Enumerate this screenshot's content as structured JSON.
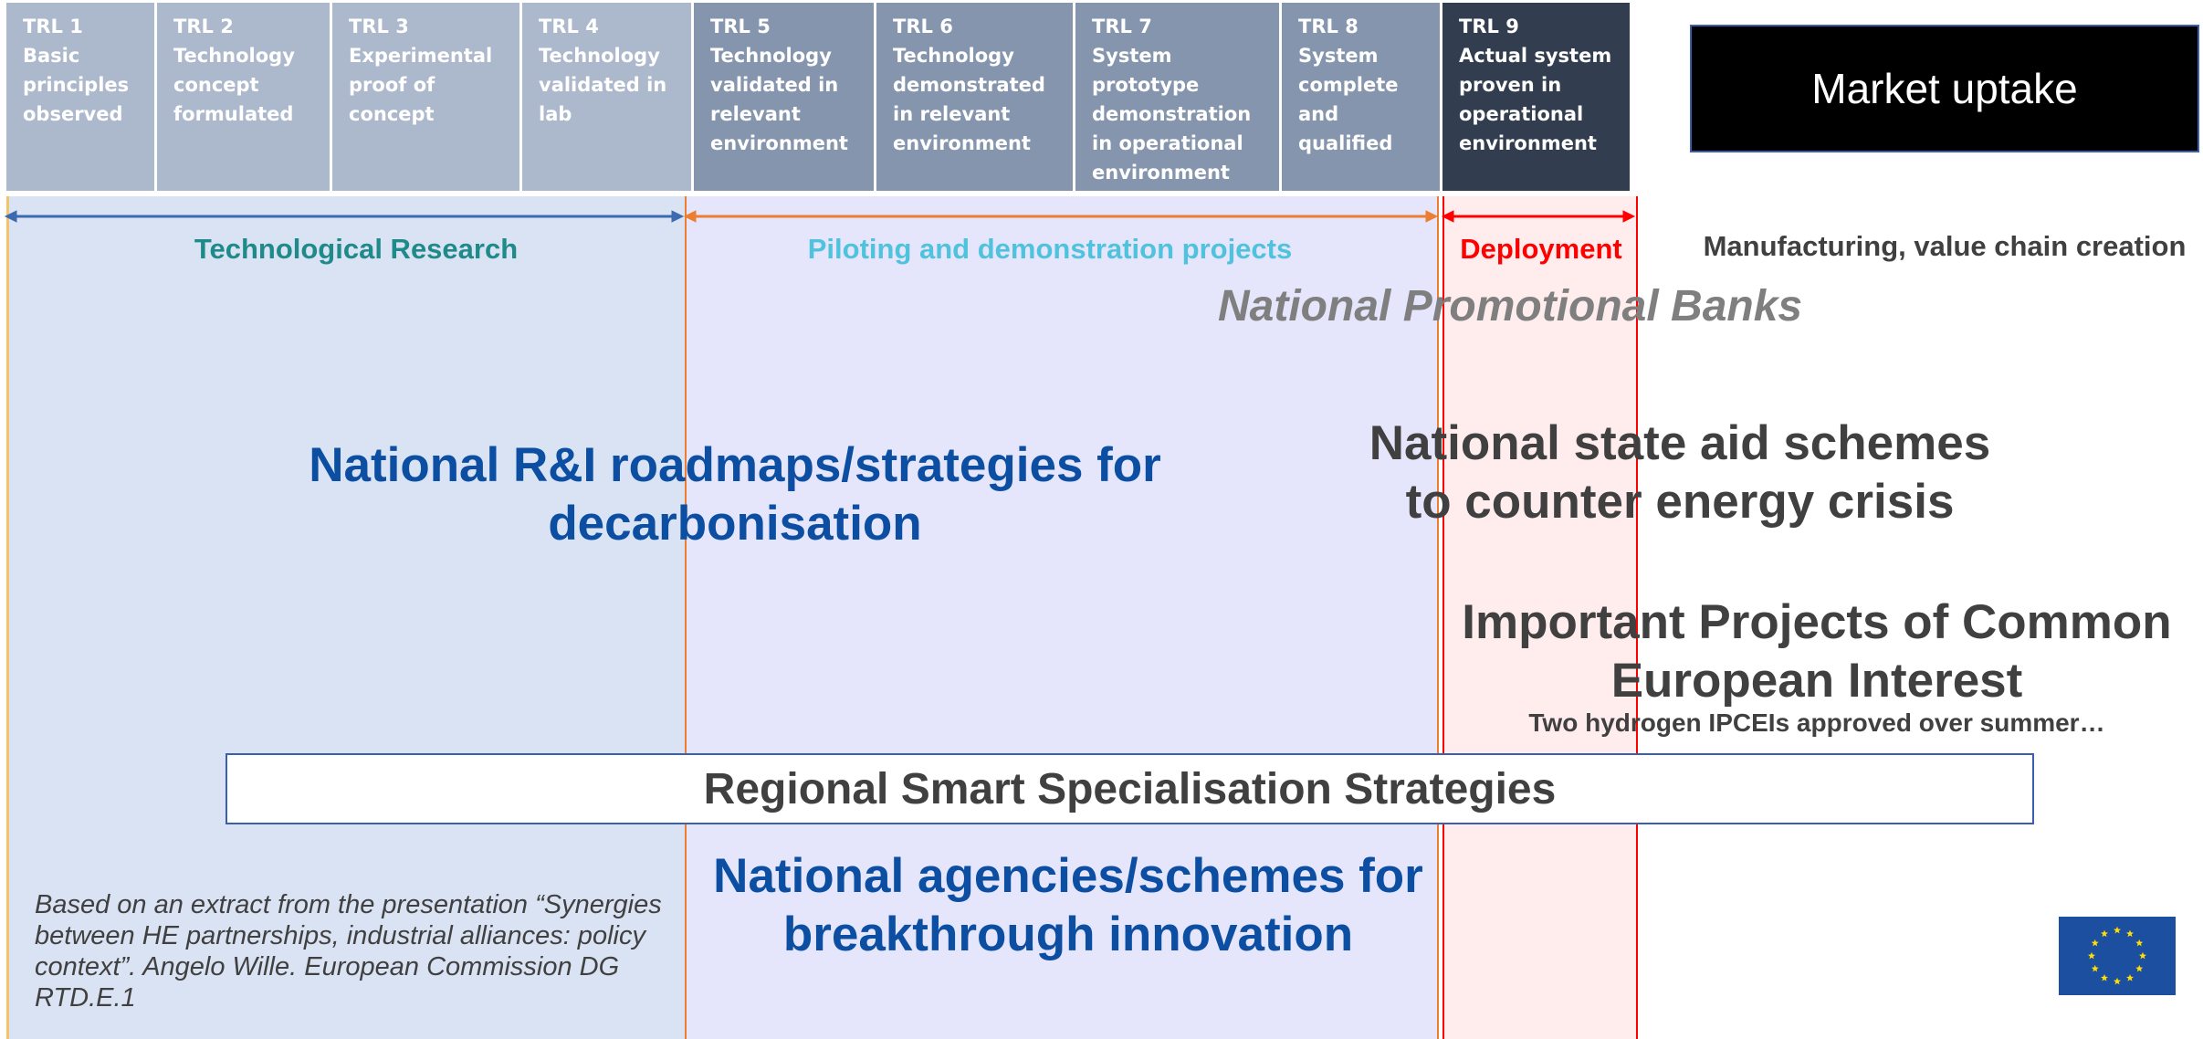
{
  "trl_levels": [
    {
      "id": "TRL 1",
      "name": "Basic\nprinciples\nobserved",
      "color": "#acb8cb"
    },
    {
      "id": "TRL 2",
      "name": "Technology\nconcept\nformulated",
      "color": "#acb8cb"
    },
    {
      "id": "TRL 3",
      "name": "Experimental\nproof of\nconcept",
      "color": "#acb8cb"
    },
    {
      "id": "TRL 4",
      "name": "Technology\nvalidated in\nlab",
      "color": "#acb8cb"
    },
    {
      "id": "TRL 5",
      "name": "Technology\nvalidated in\nrelevant\nenvironment",
      "color": "#8595ad"
    },
    {
      "id": "TRL 6",
      "name": "Technology\ndemonstrated\nin relevant\nenvironment",
      "color": "#8595ad"
    },
    {
      "id": "TRL 7",
      "name": "System\nprototype\ndemonstration\nin operational\nenvironment",
      "color": "#8595ad"
    },
    {
      "id": "TRL 8",
      "name": "System\ncomplete\nand\nqualified",
      "color": "#8595ad"
    },
    {
      "id": "TRL 9",
      "name": "Actual system\nproven in\noperational\nenvironment",
      "color": "#323e4f"
    }
  ],
  "phases": {
    "research": {
      "label": "Technological Research",
      "color": "#1f8a8a"
    },
    "pilot": {
      "label": "Piloting and demonstration projects",
      "color": "#4fc3dd"
    },
    "deployment": {
      "label": "Deployment",
      "color": "#ff0000"
    }
  },
  "market": {
    "box_label": "Market uptake",
    "sub_label": "Manufacturing, value chain creation"
  },
  "instruments": {
    "national_promotional_banks": "National Promotional Banks",
    "rni_roadmaps": "National R&I roadmaps/strategies for decarbonisation",
    "state_aid": "National state aid schemes to counter energy crisis",
    "ipcei": "Important Projects of Common European Interest",
    "ipcei_note": "Two hydrogen IPCEIs approved over summer…",
    "s3": "Regional Smart Specialisation Strategies",
    "agencies": "National agencies/schemes for breakthrough innovation"
  },
  "footnote": "Based on an extract from the presentation  “Synergies between HE partnerships, industrial alliances: policy context”. Angelo Wille. European Commission DG RTD.E.1",
  "colors": {
    "research_zone": "#dae3f3",
    "pilot_zone": "#e5e5fc",
    "deployment_zone": "#ffeded",
    "research_arrow": "#3b6ab0",
    "pilot_arrow": "#ed7d31",
    "deployment_arrow": "#ff0000"
  },
  "eu_flag_icon": "eu-flag-icon"
}
